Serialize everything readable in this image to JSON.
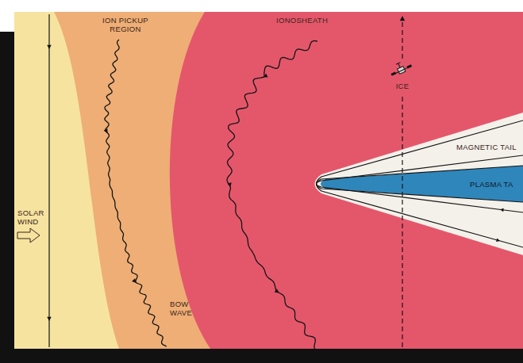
{
  "diagram": {
    "nodes": [
      {
        "text": [
          "SOLAR WIND"
        ]
      },
      {
        "text": [
          "ION PICKUP REGION"
        ]
      },
      {
        "text": [
          "IONOSHEATH"
        ]
      },
      {
        "text": [
          "MAGNETIC TAIL"
        ],
        "in": 2
      },
      {
        "text": [
          "PLASMA TA"
        ],
        "in": 3
      }
    ],
    "labels": [
      "ICE",
      "BOW WAVE"
    ]
  }
}
